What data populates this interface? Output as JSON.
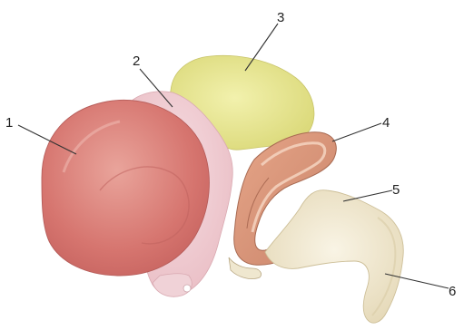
{
  "labels": [
    {
      "id": "label-1",
      "text": "1"
    },
    {
      "id": "label-2",
      "text": "2"
    },
    {
      "id": "label-3",
      "text": "3"
    },
    {
      "id": "label-4",
      "text": "4"
    },
    {
      "id": "label-5",
      "text": "5"
    },
    {
      "id": "label-6",
      "text": "6"
    }
  ],
  "colors": {
    "part_1": "#d97f7a",
    "part_2": "#f1c8cf",
    "part_3": "#e7e58e",
    "part_4": "#d99b7d",
    "part_5": "#efe3c2",
    "part_6": "#e7ddc0"
  }
}
